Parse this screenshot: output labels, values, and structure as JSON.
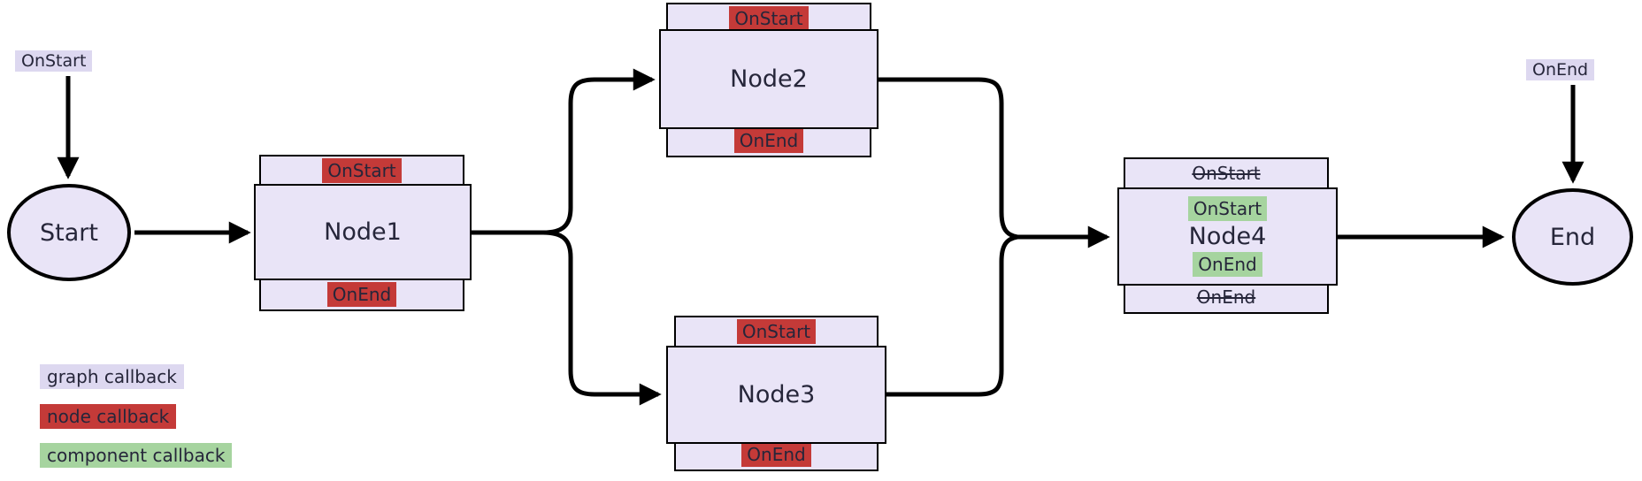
{
  "palette": {
    "background": "#ffffff",
    "node_fill": "#e9e4f7",
    "graph_callback_bg": "#ddd8f0",
    "node_callback_bg": "#c43a38",
    "component_callback_bg": "#a6d49f",
    "edge_color": "#000000",
    "text_color": "#26263a"
  },
  "graph_callbacks": {
    "on_start": "OnStart",
    "on_end": "OnEnd"
  },
  "terminals": {
    "start": "Start",
    "end": "End"
  },
  "nodes": [
    {
      "title": "Node1",
      "top_callback": "OnStart",
      "bottom_callback": "OnEnd",
      "callback_style": "node"
    },
    {
      "title": "Node2",
      "top_callback": "OnStart",
      "bottom_callback": "OnEnd",
      "callback_style": "node"
    },
    {
      "title": "Node3",
      "top_callback": "OnStart",
      "bottom_callback": "OnEnd",
      "callback_style": "node"
    },
    {
      "title": "Node4",
      "top_callback": "OnStart",
      "top_callback_struck": true,
      "bottom_callback": "OnEnd",
      "bottom_callback_struck": true,
      "component_on_start": "OnStart",
      "component_on_end": "OnEnd",
      "callback_style": "component"
    }
  ],
  "edges": [
    {
      "from": "OnStart",
      "to": "Start"
    },
    {
      "from": "Start",
      "to": "Node1"
    },
    {
      "from": "Node1",
      "to": "Node2"
    },
    {
      "from": "Node1",
      "to": "Node3"
    },
    {
      "from": "Node2",
      "to": "Node4"
    },
    {
      "from": "Node3",
      "to": "Node4"
    },
    {
      "from": "Node4",
      "to": "End"
    },
    {
      "from": "OnEnd",
      "to": "End"
    }
  ],
  "legend": [
    {
      "label": "graph callback",
      "color": "#ddd8f0"
    },
    {
      "label": "node callback",
      "color": "#c43a38"
    },
    {
      "label": "component callback",
      "color": "#a6d49f"
    }
  ]
}
